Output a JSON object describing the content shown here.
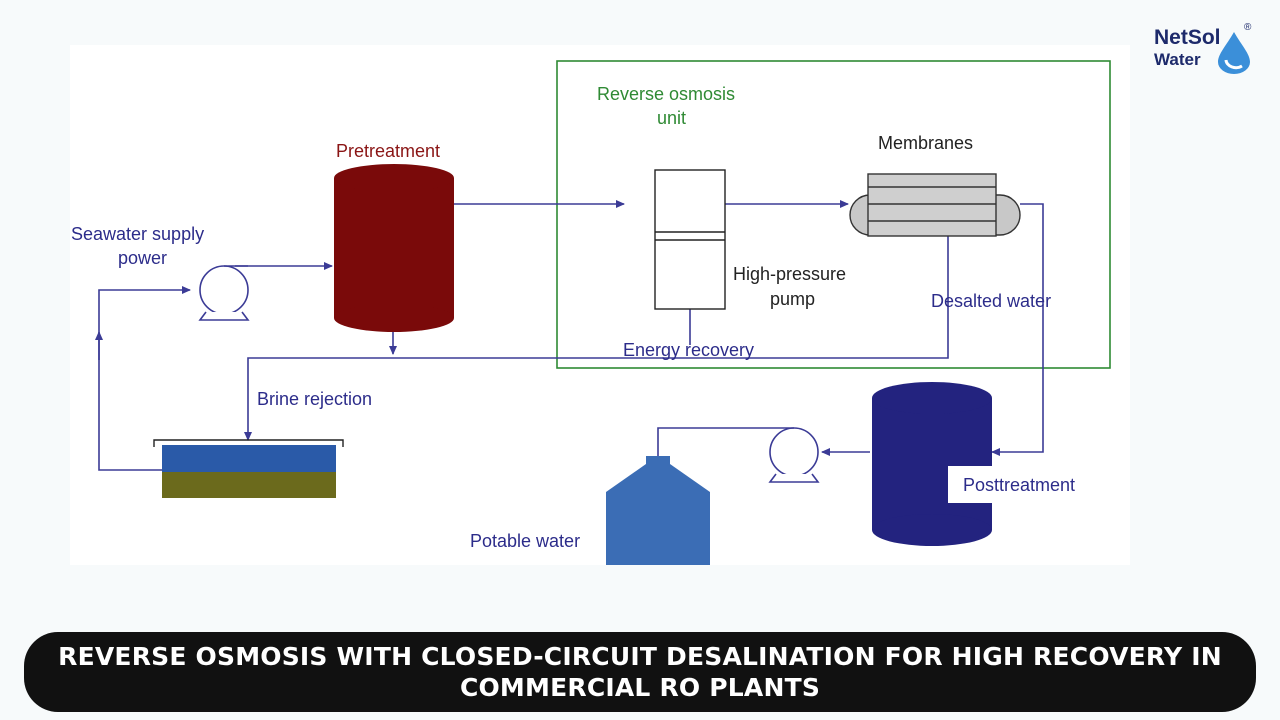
{
  "logo": {
    "line1": "NetSol",
    "line2": "Water",
    "mark": "®"
  },
  "labels": {
    "seawater_supply_1": "Seawater supply",
    "seawater_supply_2": "power",
    "pretreatment": "Pretreatment",
    "ro_unit_1": "Reverse osmosis",
    "ro_unit_2": "unit",
    "membranes": "Membranes",
    "high_pressure_1": "High-pressure",
    "high_pressure_2": "pump",
    "desalted_water": "Desalted water",
    "energy_recovery": "Energy recovery",
    "brine_rejection": "Brine rejection",
    "posttreatment": "Posttreatment",
    "potable_water": "Potable water"
  },
  "banner": {
    "text": "REVERSE OSMOSIS WITH CLOSED-CIRCUIT DESALINATION FOR HIGH RECOVERY IN COMMERCIAL RO PLANTS"
  },
  "colors": {
    "line": "#3b3b96",
    "pretreatment_tank": "#7a0a0a",
    "posttreatment_tank": "#23237f",
    "potable_tank": "#3b6db5",
    "ro_box": "#2f8a34",
    "brine_water": "#2a5aa8",
    "brine_sludge": "#6b6a1c"
  }
}
